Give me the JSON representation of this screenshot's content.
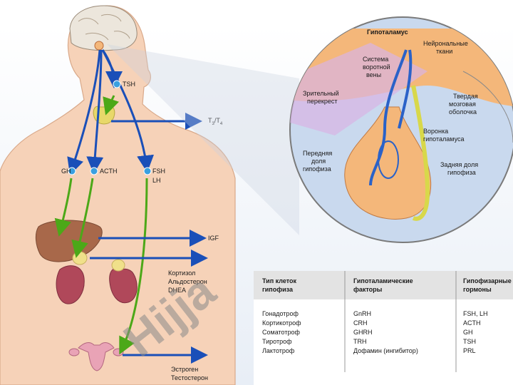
{
  "body_labels": {
    "tsh": "TSH",
    "t3t4_base_a": "T",
    "t3t4_sub_a": "3",
    "t3t4_sep": "/T",
    "t3t4_sub_b": "4",
    "gh": "GH",
    "acth": "ACTH",
    "fsh": "FSH",
    "lh": "LH",
    "igf": "IGF",
    "adrenal_hormones": [
      "Кортизол",
      "Альдостерон",
      "DHEA"
    ],
    "gonad_hormones": [
      "Эстроген",
      "Тестостерон"
    ]
  },
  "inset": {
    "title": "Гипоталамус",
    "neuronal": [
      "Нейрональные",
      "ткани"
    ],
    "portal": [
      "Система",
      "воротной",
      "вены"
    ],
    "chiasm": [
      "Зрительный",
      "перекрест"
    ],
    "dura": [
      "Твердая",
      "мозговая",
      "оболочка"
    ],
    "infundibulum": [
      "Воронка",
      "гипоталамуса"
    ],
    "anterior": [
      "Передняя",
      "доля",
      "гипофиза"
    ],
    "posterior": [
      "Задняя доля",
      "гипофиза"
    ]
  },
  "table": {
    "headers": [
      [
        "Тип клеток",
        "гипофиза"
      ],
      [
        "Гипоталамические",
        "факторы"
      ],
      [
        "Гипофизарные",
        "гормоны"
      ]
    ],
    "rows": [
      [
        "Гонадотроф",
        "GnRH",
        "FSH, LH"
      ],
      [
        "Кортикотроф",
        "CRH",
        "ACTH"
      ],
      [
        "Соматотроф",
        "GHRH",
        "GH"
      ],
      [
        "Тиротроф",
        "TRH",
        "TSH"
      ],
      [
        "Лактотроф",
        "Дофамин (ингибитор)",
        "PRL"
      ]
    ]
  },
  "watermark": "Hijja",
  "colors": {
    "blue_arrow": "#1a4fb8",
    "green_arrow": "#4ca818",
    "skin": "#f6d2b8",
    "liver": "#a8684a",
    "kidney": "#b0485a",
    "inset_orange": "#f4b77a"
  }
}
